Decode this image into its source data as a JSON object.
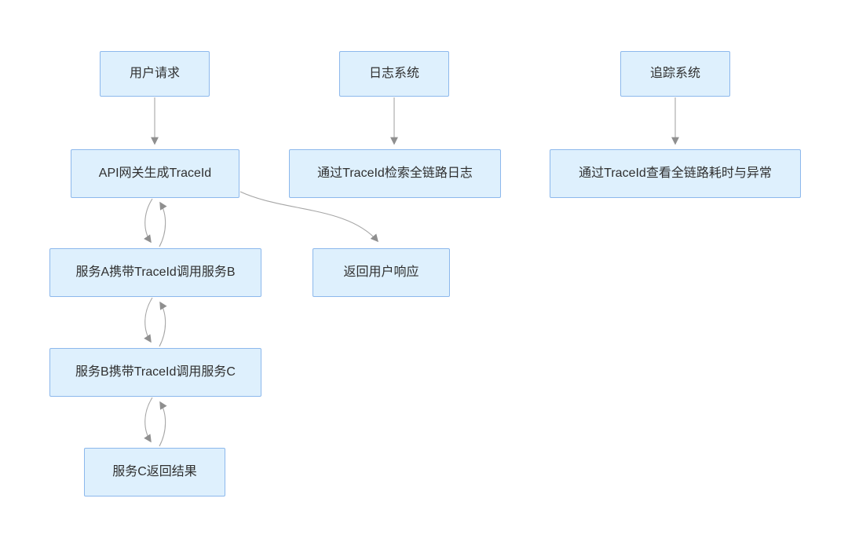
{
  "diagram": {
    "type": "flowchart",
    "background_color": "#ffffff",
    "node_fill_color": "#def0fd",
    "node_border_color": "#8cb8ec",
    "node_text_color": "#2f2f2f",
    "arrow_color": "#a6a6a6",
    "arrowhead_color": "#8f8f8f",
    "nodes": [
      {
        "id": "user-request",
        "label": "用户请求"
      },
      {
        "id": "log-system",
        "label": "日志系统"
      },
      {
        "id": "trace-system",
        "label": "追踪系统"
      },
      {
        "id": "api-gateway",
        "label": "API网关生成TraceId"
      },
      {
        "id": "log-search",
        "label": "通过TraceId检索全链路日志"
      },
      {
        "id": "trace-view",
        "label": "通过TraceId查看全链路耗时与异常"
      },
      {
        "id": "service-a",
        "label": "服务A携带TraceId调用服务B"
      },
      {
        "id": "user-response",
        "label": "返回用户响应"
      },
      {
        "id": "service-b",
        "label": "服务B携带TraceId调用服务C"
      },
      {
        "id": "service-c",
        "label": "服务C返回结果"
      }
    ],
    "edges": [
      {
        "from": "用户请求",
        "to": "API网关生成TraceId",
        "style": "straight-arrow"
      },
      {
        "from": "日志系统",
        "to": "通过TraceId检索全链路日志",
        "style": "straight-arrow"
      },
      {
        "from": "追踪系统",
        "to": "通过TraceId查看全链路耗时与异常",
        "style": "straight-arrow"
      },
      {
        "from": "API网关生成TraceId",
        "to": "服务A携带TraceId调用服务B",
        "style": "curved-call-and-return-pair"
      },
      {
        "from": "API网关生成TraceId",
        "to": "返回用户响应",
        "style": "curved-arrow"
      },
      {
        "from": "服务A携带TraceId调用服务B",
        "to": "服务B携带TraceId调用服务C",
        "style": "curved-call-and-return-pair"
      },
      {
        "from": "服务B携带TraceId调用服务C",
        "to": "服务C返回结果",
        "style": "curved-call-and-return-pair"
      }
    ]
  }
}
